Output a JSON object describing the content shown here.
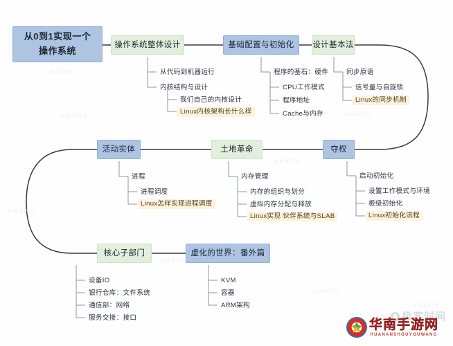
{
  "diagram": {
    "title": "从0到1实现一个操作系统",
    "type": "mindmap"
  },
  "nodes": {
    "root": {
      "label": "从0到1实现一个\n操作系统",
      "color": "#aec4e3"
    },
    "os_design": {
      "label": "操作系统整体设计",
      "color": "#e2efdc"
    },
    "base_init": {
      "label": "基础配置与初始化",
      "color": "#aec4e3"
    },
    "basic_law": {
      "label": "设计基本法",
      "color": "#e2efdc"
    },
    "active": {
      "label": "活动实体",
      "color": "#aec4e3"
    },
    "land": {
      "label": "土地革命",
      "color": "#e2efdc"
    },
    "seize": {
      "label": "夺权",
      "color": "#aec4e3"
    },
    "core_dept": {
      "label": "核心子部门",
      "color": "#e2efdc"
    },
    "virtual": {
      "label": "虚化的世界：番外篇",
      "color": "#aec4e3"
    }
  },
  "branches": {
    "os_design": [
      {
        "label": "从代码到机器运行",
        "highlight": false
      },
      {
        "label": "内核结构与设计",
        "highlight": false
      },
      {
        "label": "我们自己的内核设计",
        "highlight": false
      },
      {
        "label": "Linux内核架构长什么样",
        "highlight": true
      }
    ],
    "base_init": [
      {
        "label": "程序的基石：硬件",
        "highlight": false
      },
      {
        "label": "CPU工作模式",
        "highlight": false
      },
      {
        "label": "程序地址",
        "highlight": false
      },
      {
        "label": "Cache与内存",
        "highlight": false
      }
    ],
    "basic_law": [
      {
        "label": "同步原语",
        "highlight": false
      },
      {
        "label": "信号量与自旋锁",
        "highlight": false
      },
      {
        "label": "Linux的同步机制",
        "highlight": true
      }
    ],
    "active": [
      {
        "label": "进程",
        "highlight": false
      },
      {
        "label": "进程调度",
        "highlight": false
      },
      {
        "label": "Linux怎样实现进程调度",
        "highlight": true
      }
    ],
    "land": [
      {
        "label": "内存管理",
        "highlight": false
      },
      {
        "label": "内存的组织与划分",
        "highlight": false
      },
      {
        "label": "虚拟内存分配与释放",
        "highlight": false
      },
      {
        "label": "Linux实现 伙伴系统与SLAB",
        "highlight": true
      }
    ],
    "seize": [
      {
        "label": "启动初始化",
        "highlight": false
      },
      {
        "label": "设置工作模式与环境",
        "highlight": false
      },
      {
        "label": "板级初始化",
        "highlight": false
      },
      {
        "label": "Linux初始化流程",
        "highlight": true
      }
    ],
    "core_dept": [
      {
        "label": "设备IO",
        "highlight": false
      },
      {
        "label": "银行仓库：文件系统",
        "highlight": false
      },
      {
        "label": "通信部：网络",
        "highlight": false
      },
      {
        "label": "服务交接：接口",
        "highlight": false
      }
    ],
    "virtual": [
      {
        "label": "KVM",
        "highlight": false
      },
      {
        "label": "容器",
        "highlight": false
      },
      {
        "label": "ARM架构",
        "highlight": false
      }
    ]
  },
  "watermarks": {
    "faint_label": "极客时间",
    "geek_time": "极客时间",
    "site_cn": "华南手游网",
    "site_en": "HUANANSHOUYOUWANG"
  },
  "colors": {
    "box_blue": "#aec4e3",
    "box_blue_border": "#94aed3",
    "box_green": "#e2efdc",
    "box_green_border": "#cfe2c6",
    "highlight": "#fdf3dc",
    "connector": "#3a3a3a",
    "text": "#1b2430",
    "logo_red": "#d32f2f"
  }
}
